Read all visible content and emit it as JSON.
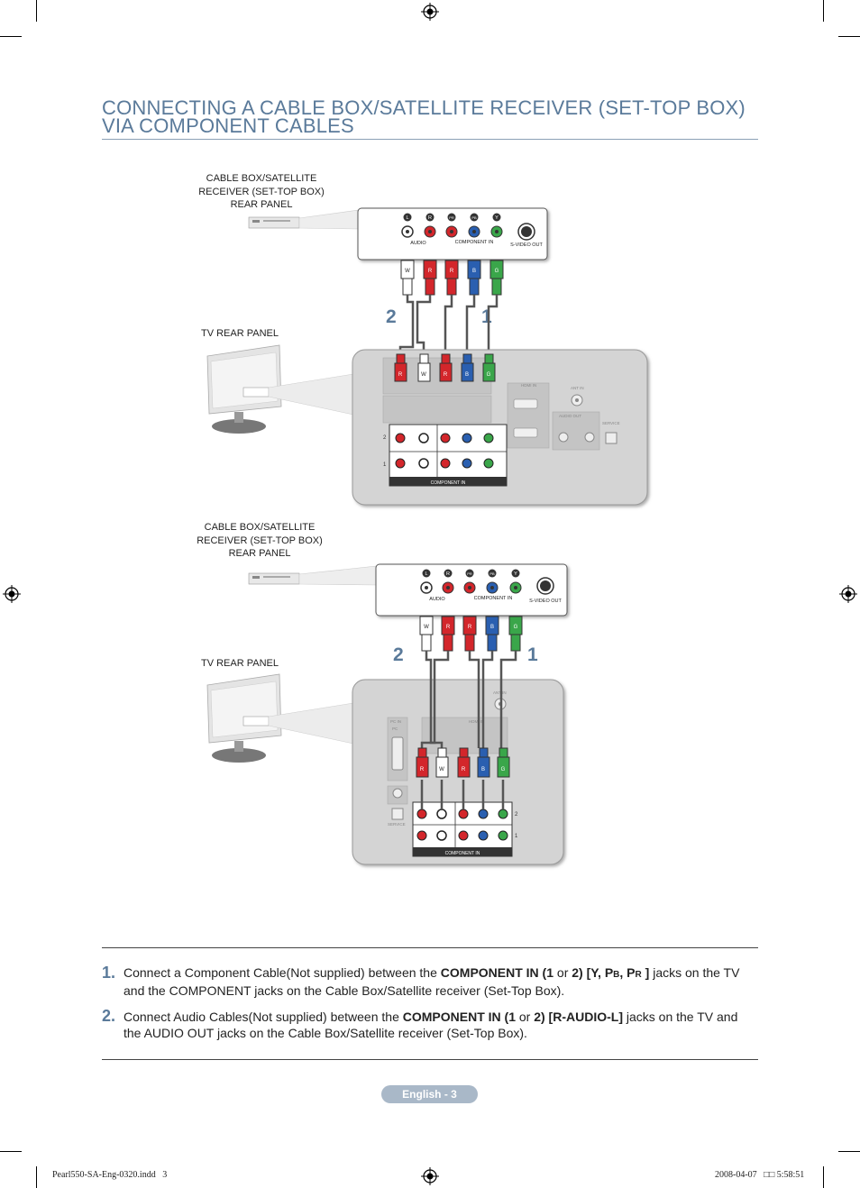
{
  "title_line1": "CONNECTING A CABLE BOX/SATELLITE RECEIVER (SET-TOP BOX)",
  "title_line2": "VIA COMPONENT CABLES",
  "diagram1": {
    "box_label_1": "CABLE BOX/SATELLITE",
    "box_label_2": "RECEIVER (SET-TOP BOX)",
    "box_label_3": "REAR PANEL",
    "tv_label": "TV REAR PANEL",
    "cable_num_2": "2",
    "cable_num_1": "1"
  },
  "diagram2": {
    "box_label_1": "CABLE BOX/SATELLITE",
    "box_label_2": "RECEIVER (SET-TOP BOX)",
    "box_label_3": "REAR PANEL",
    "tv_label": "TV REAR PANEL",
    "cable_num_2": "2",
    "cable_num_1": "1"
  },
  "panel": {
    "jack_L": "L",
    "jack_R": "R",
    "jack_PR": "PR",
    "jack_PB": "PB",
    "jack_Y": "Y",
    "audio": "AUDIO",
    "component_in": "COMPONENT IN",
    "svideo_out": "S-VIDEO OUT",
    "plug_w": "W",
    "plug_r": "R",
    "plug_b": "B",
    "plug_g": "G",
    "tv_component_in": "COMPONENT IN",
    "row_2": "2",
    "row_1": "1",
    "hdmi_in": "HDMI IN",
    "ant_in": "ANT IN",
    "audio_out": "AUDIO OUT",
    "service": "SERVICE",
    "pc_in": "PC IN",
    "pc": "PC"
  },
  "steps": [
    {
      "num": "1.",
      "a": "Connect a Component Cable(Not supplied) between the ",
      "b": "COMPONENT IN (1",
      "c": " or ",
      "d": "2) [Y, P",
      "e": "B",
      "f": ", P",
      "g": "R",
      "h": " ]",
      "i": " jacks on the TV and the COMPONENT jacks on the Cable Box/Satellite receiver (Set-Top Box)."
    },
    {
      "num": "2.",
      "a": "Connect Audio Cables(Not supplied) between the ",
      "b": "COMPONENT IN (1",
      "c": " or ",
      "d": "2) [R-AUDIO-L]",
      "i": " jacks on the TV and the AUDIO OUT jacks on the Cable Box/Satellite receiver (Set-Top Box)."
    }
  ],
  "page_label": "English - 3",
  "footer_left": "Pearl550-SA-Eng-0320.indd   3",
  "footer_right": "2008-04-07   □□ 5:58:51",
  "colors": {
    "title": "#5a7a9a",
    "white": "#ffffff",
    "red": "#d3262b",
    "blue": "#2a5fb0",
    "green": "#3aa64a",
    "panel": "#d4d4d4"
  }
}
